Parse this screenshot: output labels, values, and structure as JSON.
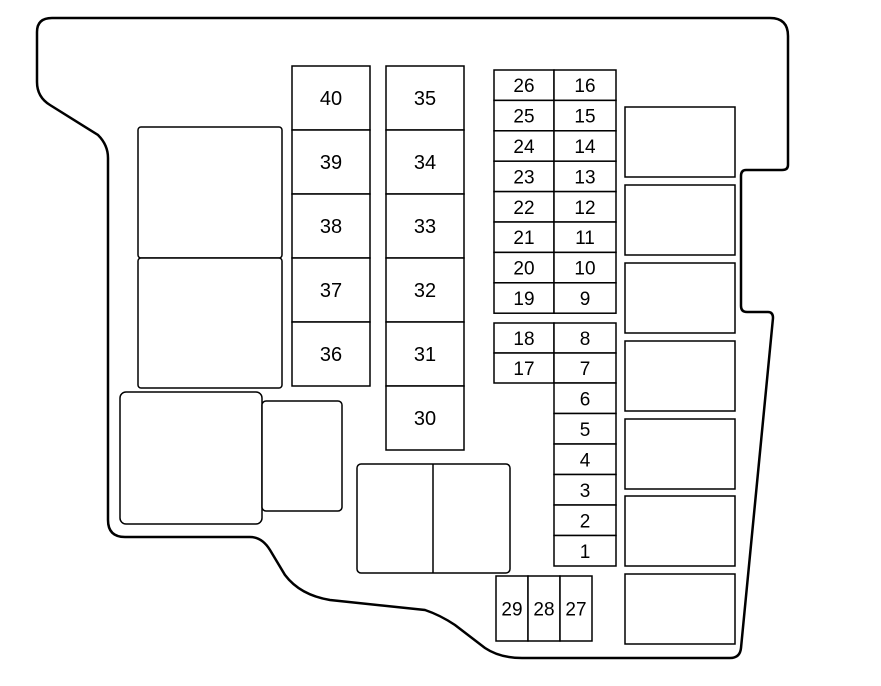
{
  "fuse_box": {
    "column_left": [
      "40",
      "39",
      "38",
      "37",
      "36"
    ],
    "column_mid": [
      "35",
      "34",
      "33",
      "32",
      "31",
      "30"
    ],
    "small_left": [
      "26",
      "25",
      "24",
      "23",
      "22",
      "21",
      "20",
      "19"
    ],
    "small_right": [
      "16",
      "15",
      "14",
      "13",
      "12",
      "11",
      "10",
      "9"
    ],
    "pair_left": [
      "18",
      "17"
    ],
    "pair_right": [
      "8",
      "7"
    ],
    "stack": [
      "6",
      "5",
      "4",
      "3",
      "2",
      "1"
    ],
    "bottom_row": [
      "29",
      "28",
      "27"
    ]
  },
  "colors": {
    "stroke": "#000000",
    "background": "#ffffff"
  }
}
